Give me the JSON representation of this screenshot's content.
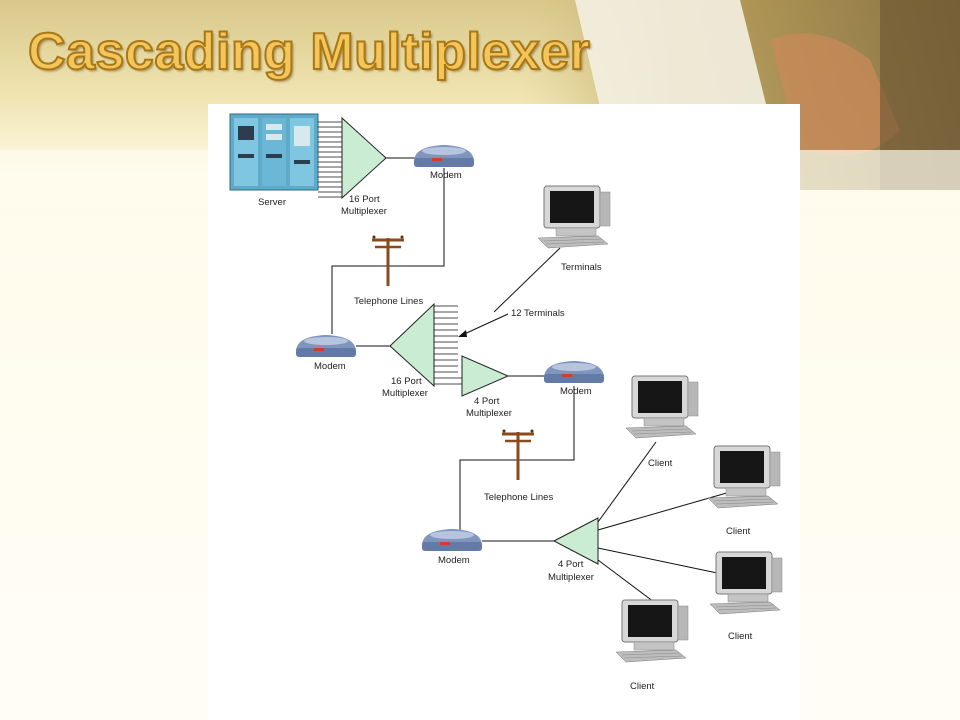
{
  "title": "Cascading Multiplexer",
  "labels": {
    "server": "Server",
    "mux16_top_1": "16 Port",
    "mux16_top_2": "Multiplexer",
    "modem_top": "Modem",
    "terminals": "Terminals",
    "tel_lines_1": "Telephone Lines",
    "twelve_terminals": "12 Terminals",
    "modem_mid": "Modem",
    "mux16_mid_1": "16 Port",
    "mux16_mid_2": "Multiplexer",
    "mux4_mid_1": "4 Port",
    "mux4_mid_2": "Multiplexer",
    "modem_right": "Modem",
    "tel_lines_2": "Telephone Lines",
    "modem_bottom": "Modem",
    "mux4_bottom_1": "4 Port",
    "mux4_bottom_2": "Multiplexer",
    "client_1": "Client",
    "client_2": "Client",
    "client_3": "Client",
    "client_4": "Client"
  }
}
